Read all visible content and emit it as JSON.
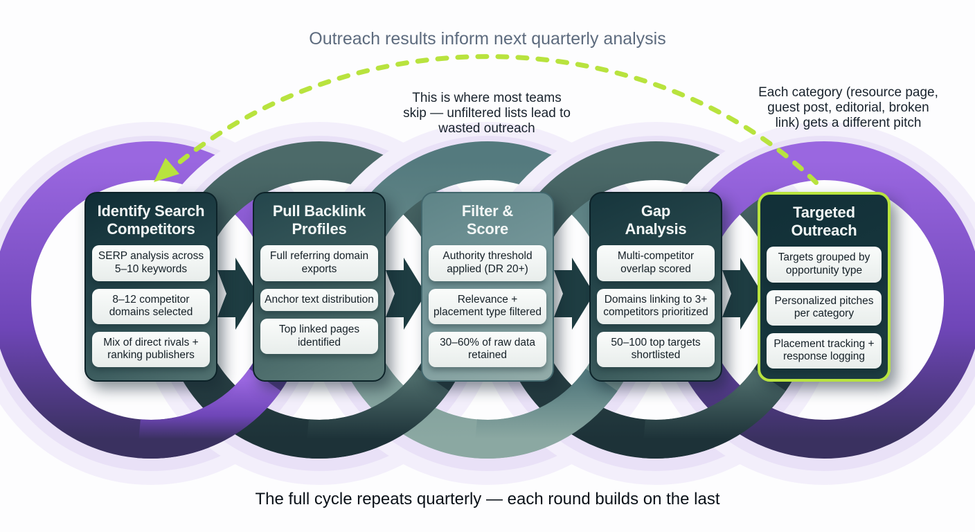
{
  "annotations": {
    "top": "Outreach results inform next quarterly analysis",
    "middle_lines": [
      "This is where most teams",
      "skip — unfiltered lists lead to",
      "wasted outreach"
    ],
    "right_lines": [
      "Each category (resource page,",
      "guest post, editorial, broken",
      "link) gets a different pitch"
    ],
    "bottom": "The full cycle repeats quarterly — each round builds on the last"
  },
  "steps": [
    {
      "title_lines": [
        "Identify Search",
        "Competitors"
      ],
      "items": [
        "SERP analysis across 5–10 keywords",
        "8–12 competitor domains selected",
        "Mix of direct rivals + ranking publishers"
      ]
    },
    {
      "title_lines": [
        "Pull Backlink",
        "Profiles"
      ],
      "items": [
        "Full referring domain exports",
        "Anchor text distribution",
        "Top linked pages identified"
      ]
    },
    {
      "title_lines": [
        "Filter &",
        "Score"
      ],
      "items": [
        "Authority threshold applied (DR 20+)",
        "Relevance + placement type filtered",
        "30–60% of raw data retained"
      ]
    },
    {
      "title_lines": [
        "Gap",
        "Analysis"
      ],
      "items": [
        "Multi-competitor overlap scored",
        "Domains linking to 3+ competitors prioritized",
        "50–100 top targets shortlisted"
      ]
    },
    {
      "title_lines": [
        "Targeted",
        "Outreach"
      ],
      "items": [
        "Targets grouped by opportunity type",
        "Personalized pitches per category",
        "Placement tracking + response logging"
      ]
    }
  ],
  "colors": {
    "accent_lime": "#b8e33e",
    "ring_purple_top": "#9a67e0",
    "ring_purple_mid": "#6f46b8",
    "ring_purple_bottom": "#3a3160",
    "ring_dark_top": "#4c6a69",
    "ring_dark_bottom": "#1d3238",
    "ring_sage_top": "#547a7e",
    "ring_sage_bottom": "#8ba8a2",
    "halo_outer": "#f3effb",
    "halo": "#e9e1f7",
    "arrow": "#1e3d42"
  }
}
